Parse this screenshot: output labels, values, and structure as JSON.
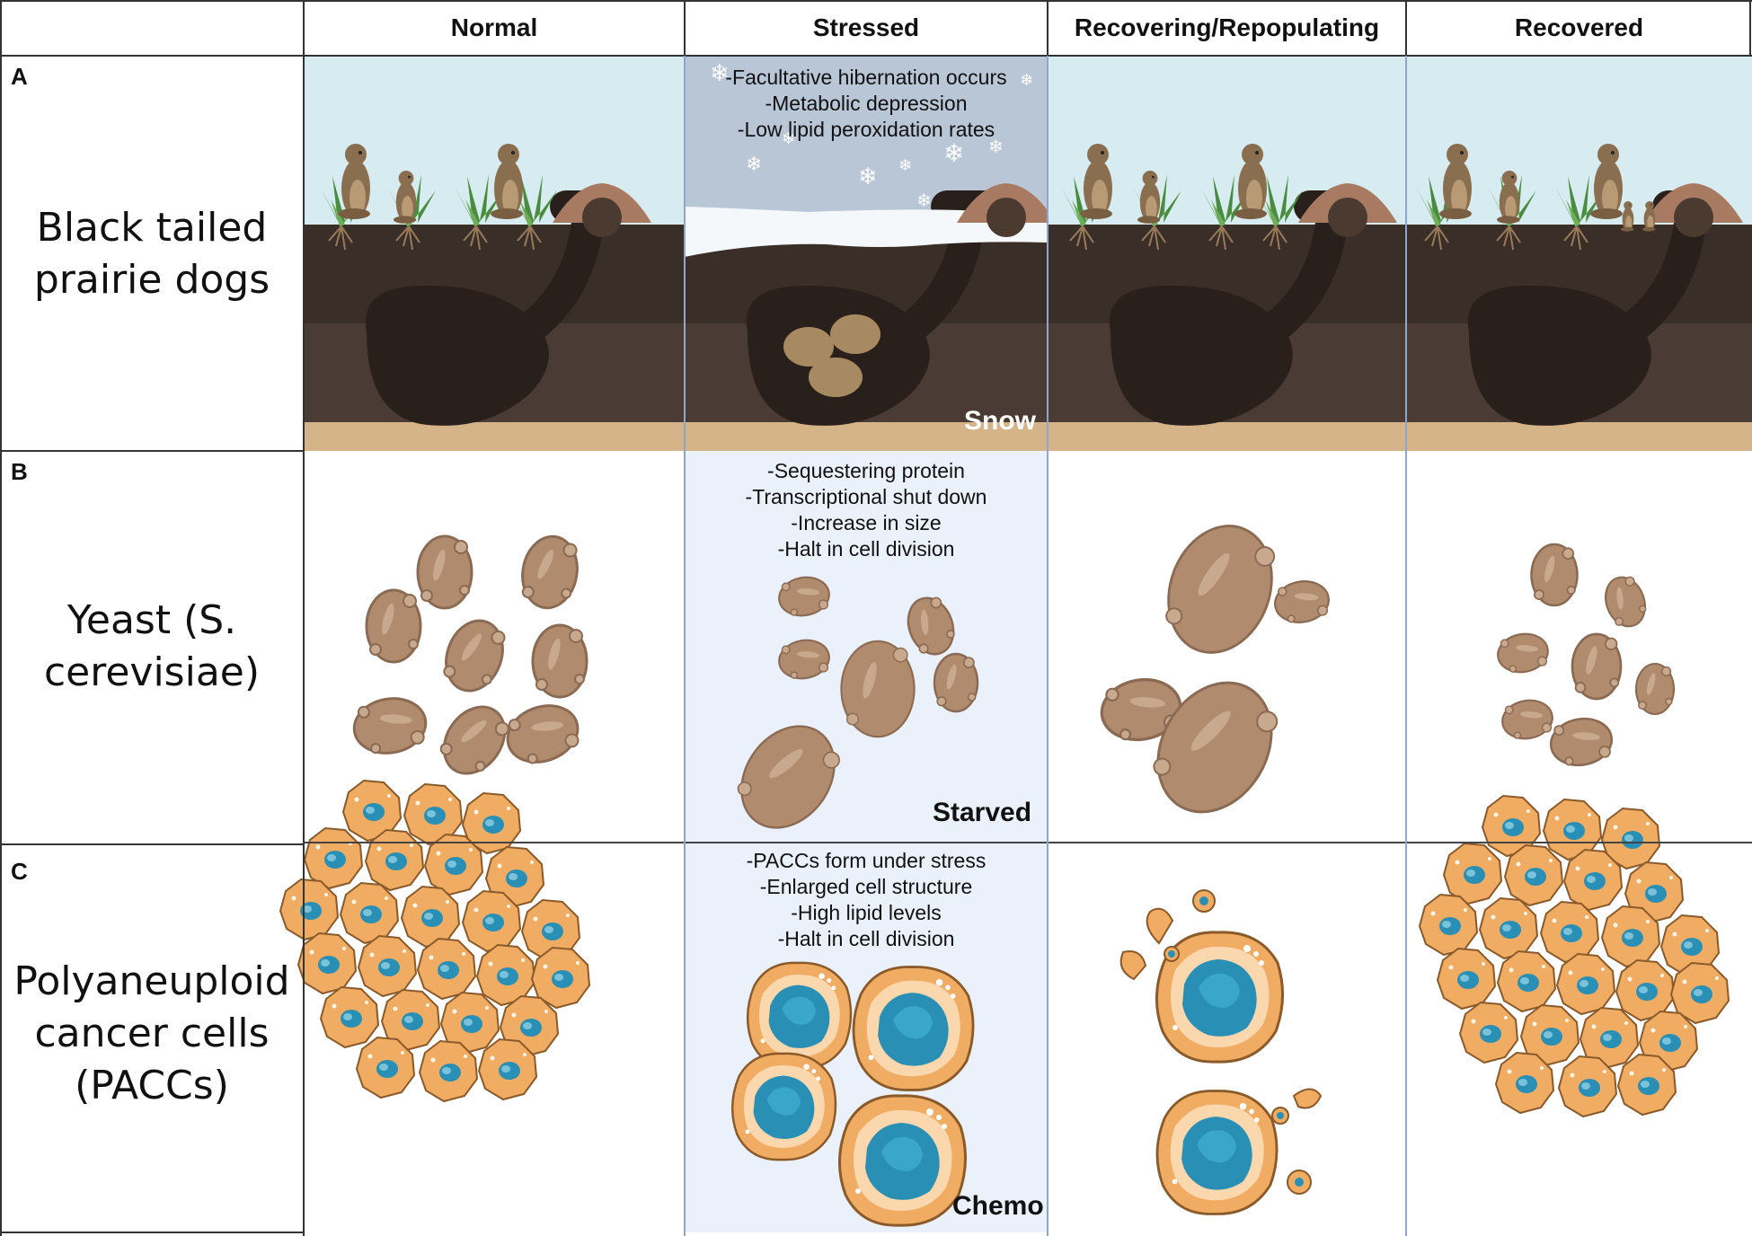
{
  "columns": [
    "Normal",
    "Stressed",
    "Recovering/Repopulating",
    "Recovered"
  ],
  "rows": [
    {
      "panel": "A",
      "label": "Black tailed\nprairie dogs",
      "stress_notes": [
        "-Facultative hibernation occurs",
        "-Metabolic depression",
        "-Low lipid peroxidation rates"
      ],
      "condition": "Snow"
    },
    {
      "panel": "B",
      "label": "Yeast (S.\ncerevisiae)",
      "stress_notes": [
        "-Sequestering protein",
        "-Transcriptional shut down",
        "-Increase in size",
        "-Halt in cell division"
      ],
      "condition": "Starved"
    },
    {
      "panel": "C",
      "label": "Polyaneuploid\ncancer cells\n(PACCs)",
      "stress_notes": [
        "-PACCs form under stress",
        "-Enlarged cell structure",
        "-High lipid levels",
        "-Halt in cell division"
      ],
      "condition": "Chemo"
    }
  ],
  "colors": {
    "sky": "#d7ecf0",
    "stress_sky": "#b8c6d6",
    "soil": "#3a2e28",
    "sand": "#d6b48a",
    "yeast": "#b08b6e",
    "cancer_cell": "#f0ac62",
    "nucleus": "#2a8fb5",
    "stressed_tint": "#eaf1fb",
    "column_line": "#8fa6c8"
  }
}
